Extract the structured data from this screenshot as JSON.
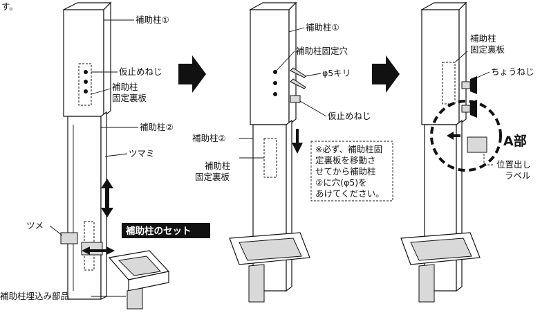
{
  "intro_fragment": "す。",
  "panel1": {
    "post1_label": "補助柱①",
    "temp_screw_label": "仮止めねじ",
    "plate_label_line1": "補助柱",
    "plate_label_line2": "固定裏板",
    "post2_label": "補助柱②",
    "tsumami_label": "ツマミ",
    "tsume_label": "ツメ",
    "set_title": "補助柱のセット",
    "embed_part_label": "補助柱埋込み部品"
  },
  "panel2": {
    "post1_label": "補助柱①",
    "fix_hole_label": "補助柱固定穴",
    "drill_label": "φ5キリ",
    "temp_screw_label": "仮止めねじ",
    "post2_label": "補助柱②",
    "plate_label_line1": "補助柱",
    "plate_label_line2": "固定裏板",
    "note_lines": [
      "※必ず、補助柱固",
      "定裏板を移動さ",
      "せてから補助柱",
      "②に穴(φ5)を",
      "あけてください。"
    ]
  },
  "panel3": {
    "plate_label_line1": "補助柱",
    "plate_label_line2": "固定裏板",
    "wing_screw_label": "ちょうねじ",
    "detail_label": "A部",
    "position_label_line1": "位置出し",
    "position_label_line2": "ラベル"
  },
  "colors": {
    "ink": "#111111",
    "shade": "#d9d9d9",
    "background": "#ffffff"
  },
  "icons": [
    "step-arrow-icon",
    "step-arrow-icon",
    "slide-arrow-icon",
    "down-arrow-icon"
  ]
}
